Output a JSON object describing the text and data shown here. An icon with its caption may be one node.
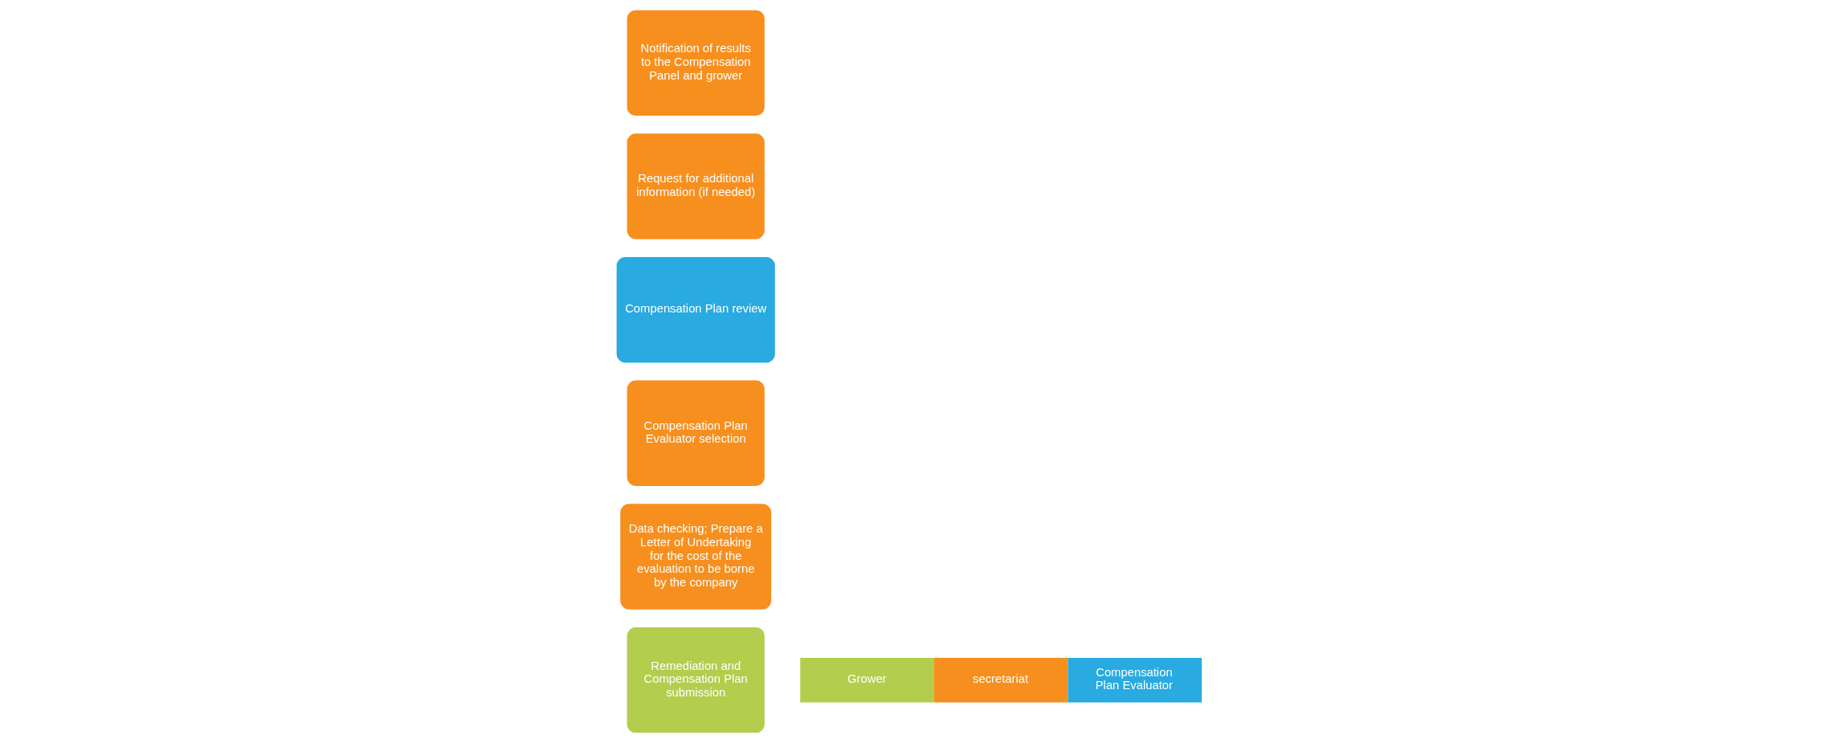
{
  "diagram": {
    "nodes": [
      {
        "text": [
          "Remediation and Compensation Plan submission"
        ]
      },
      {
        "text": [
          "Data checking; Prepare a Letter of Undertaking for the cost of the evaluation to be borne by the company"
        ]
      },
      {
        "text": [
          "Compensation Plan Evaluator selection"
        ]
      },
      {
        "text": [
          "Compensation Plan review"
        ]
      },
      {
        "text": [
          "Request for additional information (if needed)"
        ]
      },
      {
        "text": [
          "Notification of results to the Compensation Panel and grower"
        ]
      }
    ],
    "edges": [],
    "legend": [
      {
        "text": "Grower",
        "color": "#b3cd4d"
      },
      {
        "text": "secretariat",
        "color": "#f78f1e"
      },
      {
        "text": "Compensation Plan Evaluator",
        "color": "#29aae1"
      }
    ]
  }
}
